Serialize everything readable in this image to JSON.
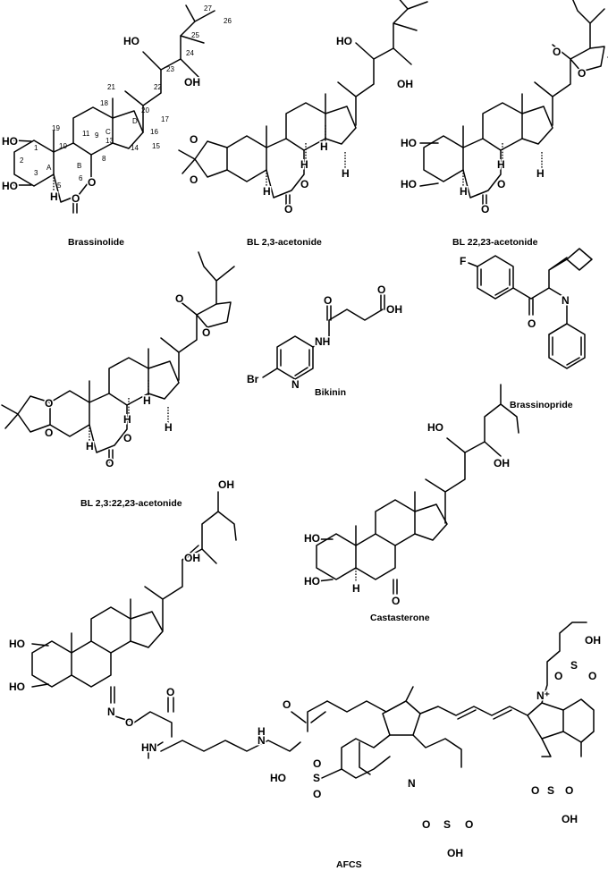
{
  "captions": {
    "brassinolide": "Brassinolide",
    "bl23": "BL 2,3-acetonide",
    "bl2223": "BL 22,23-acetonide",
    "blboth": "BL 2,3:22,23-acetonide",
    "bikinin": "Bikinin",
    "brassinopride": "Brassinopride",
    "castasterone": "Castasterone",
    "afcs": "AFCS"
  },
  "atoms": {
    "HO": "HO",
    "OH": "OH",
    "O": "O",
    "H": "H",
    "N": "N",
    "NH": "NH",
    "HN": "HN",
    "F": "F",
    "Br": "Br",
    "S": "S",
    "OH_h": "OH",
    "HO_h": "HO",
    "Nplus": "N⁺"
  },
  "ring_labels": [
    "A",
    "B",
    "C",
    "D"
  ],
  "atom_numbers": [
    "1",
    "2",
    "3",
    "5",
    "6",
    "9",
    "10",
    "11",
    "13",
    "14",
    "15",
    "16",
    "17",
    "18",
    "19",
    "20",
    "21",
    "22",
    "23",
    "24",
    "25",
    "26",
    "27",
    "8"
  ]
}
